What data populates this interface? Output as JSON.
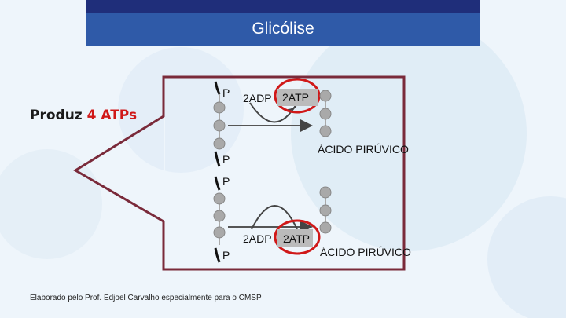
{
  "title": "Glicólise",
  "produz": {
    "prefix": "Produz",
    "highlight": "4 ATPs"
  },
  "top": {
    "phosphate": "P",
    "adp": "2ADP",
    "atp": "2ATP",
    "product": "ÁCIDO PIRÚVICO"
  },
  "middle": {
    "phosphate_a": "P",
    "phosphate_b": "P"
  },
  "bottom": {
    "adp": "2ADP",
    "atp": "2ATP",
    "phosphate": "P",
    "product": "ÁCIDO PIRÚVICO"
  },
  "credit": "Elaborado pelo Prof. Edjoel Carvalho especialmente para o CMSP",
  "colors": {
    "title_bg": "#2f5aa8",
    "title_strip": "#1f2e7a",
    "outline": "#7a2a3a",
    "highlight_red": "#d01818",
    "bead_fill": "#a9a9a9",
    "background": "#eef5fb"
  }
}
